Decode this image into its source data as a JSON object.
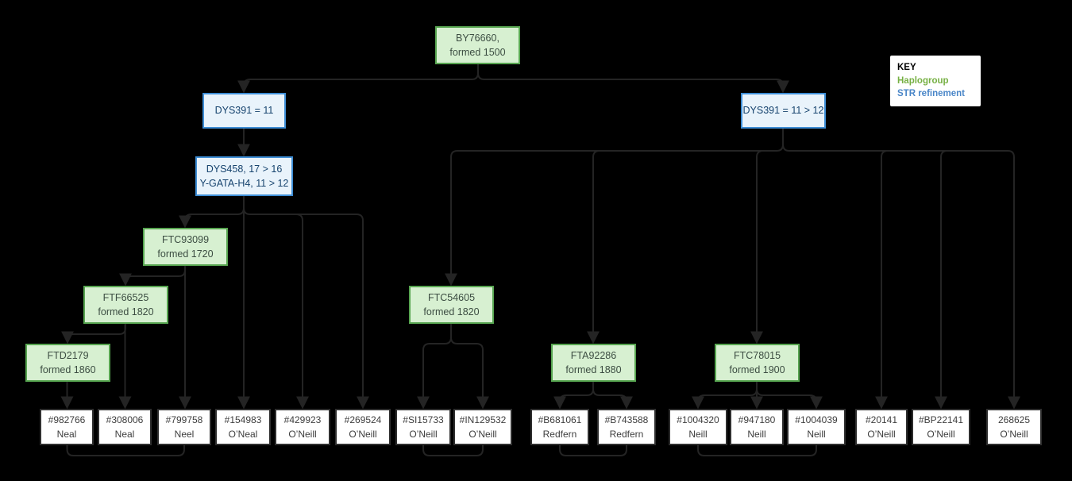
{
  "colors": {
    "background": "#000000",
    "edge": "#242424",
    "haplogroup_fill": "#d7f0d1",
    "haplogroup_border": "#57a550",
    "str_fill": "#e9f3fb",
    "str_border": "#3e8ed6",
    "kit_fill": "#ffffff",
    "key_haplogroup_color": "#76b043",
    "key_str_color": "#4a86c8"
  },
  "key": {
    "title": "KEY",
    "haplogroup_label": "Haplogroup",
    "str_label": "STR refinement"
  },
  "nodes": {
    "root": {
      "line1": "BY76660,",
      "line2": "formed 1500"
    },
    "str_left": {
      "line1": "DYS391 = 11"
    },
    "str_right": {
      "line1": "DYS391 = 11 > 12"
    },
    "str_dys458": {
      "line1": "DYS458, 17 > 16",
      "line2": "Y-GATA-H4, 11 > 12"
    },
    "ftc93099": {
      "line1": "FTC93099",
      "line2": "formed 1720"
    },
    "ftf66525": {
      "line1": "FTF66525",
      "line2": "formed 1820"
    },
    "ftd2179": {
      "line1": "FTD2179",
      "line2": "formed 1860"
    },
    "ftc54605": {
      "line1": "FTC54605",
      "line2": "formed 1820"
    },
    "fta92286": {
      "line1": "FTA92286",
      "line2": "formed 1880"
    },
    "ftc78015": {
      "line1": "FTC78015",
      "line2": "formed 1900"
    }
  },
  "kits": [
    {
      "id": "#982766",
      "surname": "Neal"
    },
    {
      "id": "#308006",
      "surname": "Neal"
    },
    {
      "id": "#799758",
      "surname": "Neel"
    },
    {
      "id": "#154983",
      "surname": "O’Neal"
    },
    {
      "id": "#429923",
      "surname": "O’Neill"
    },
    {
      "id": "#269524",
      "surname": "O’Neill"
    },
    {
      "id": "#SI15733",
      "surname": "O’Neill"
    },
    {
      "id": "#IN129532",
      "surname": "O’Neill"
    },
    {
      "id": "#B681061",
      "surname": "Redfern"
    },
    {
      "id": "#B743588",
      "surname": "Redfern"
    },
    {
      "id": "#1004320",
      "surname": "Neill"
    },
    {
      "id": "#947180",
      "surname": "Neill"
    },
    {
      "id": "#1004039",
      "surname": "Neill"
    },
    {
      "id": "#20141",
      "surname": "O’Neill"
    },
    {
      "id": "#BP22141",
      "surname": "O’Neill"
    },
    {
      "id": "268625",
      "surname": "O’Neill"
    }
  ],
  "tree": {
    "BY76660": [
      "DYS391 = 11",
      "DYS391 = 11 > 12"
    ],
    "DYS391 = 11": [
      "DYS458, 17 > 16 / Y-GATA-H4, 11 > 12"
    ],
    "DYS458, 17 > 16 / Y-GATA-H4, 11 > 12": [
      "FTC93099",
      "#154983",
      "#429923",
      "#269524"
    ],
    "FTC93099": [
      "FTF66525",
      "#799758"
    ],
    "FTF66525": [
      "FTD2179",
      "#308006"
    ],
    "FTD2179": [
      "#982766"
    ],
    "DYS391 = 11 > 12": [
      "FTC54605",
      "FTA92286",
      "FTC78015",
      "#20141",
      "#BP22141",
      "268625"
    ],
    "FTC54605": [
      "#SI15733",
      "#IN129532"
    ],
    "FTA92286": [
      "#B681061",
      "#B743588"
    ],
    "FTC78015": [
      "#1004320",
      "#947180",
      "#1004039"
    ]
  }
}
